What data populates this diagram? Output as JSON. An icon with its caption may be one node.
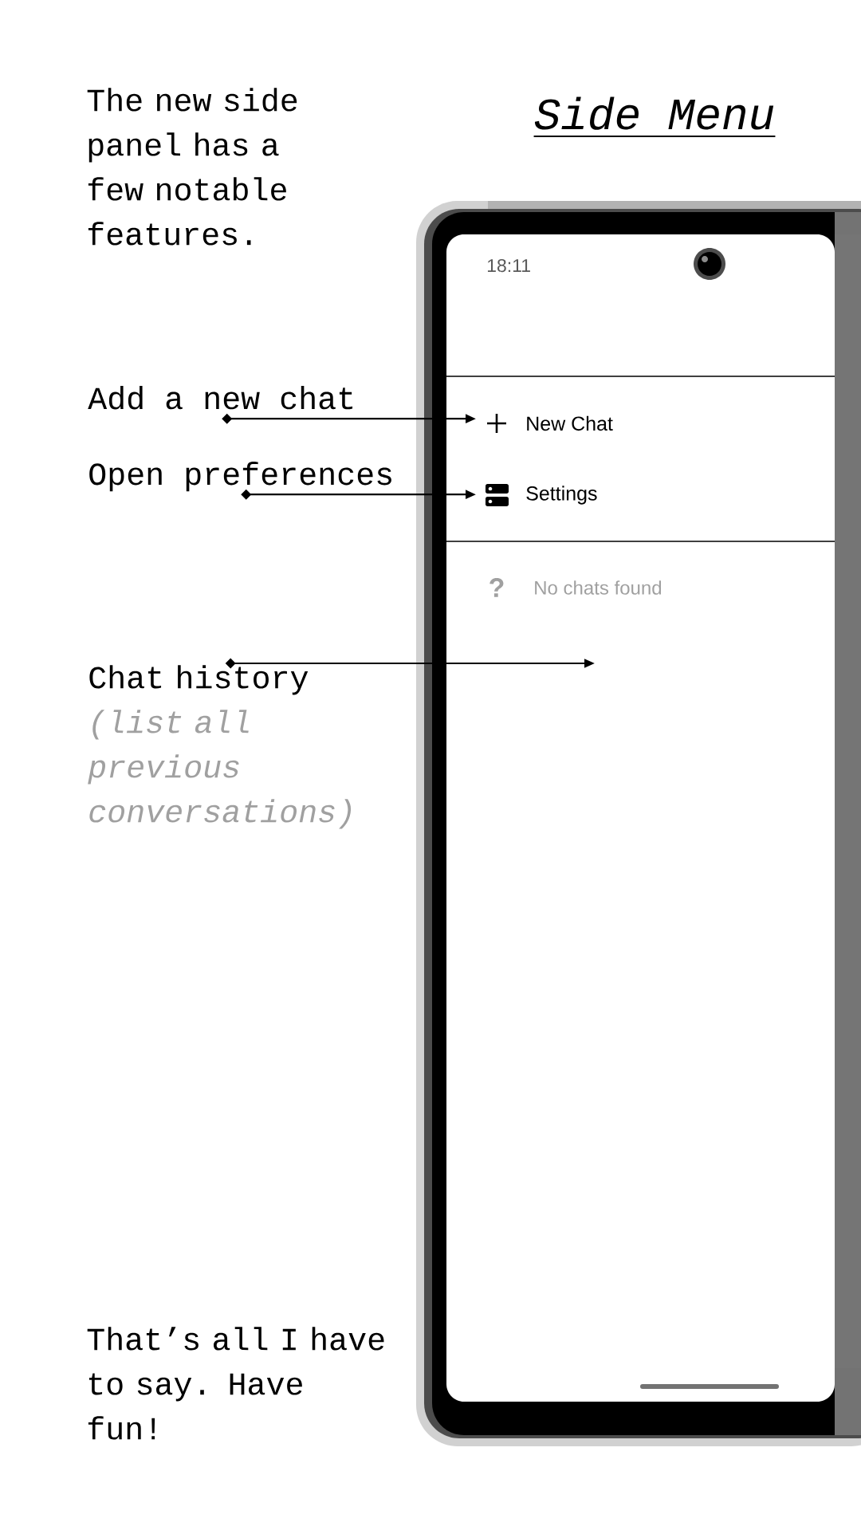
{
  "diagram": {
    "title": "Side Menu",
    "nodes": [
      {
        "text": [
          "Add a new chat"
        ]
      },
      {
        "text": [
          "New Chat"
        ]
      },
      {
        "text": [
          "Open preferences"
        ]
      },
      {
        "text": [
          "Settings"
        ]
      },
      {
        "text": [
          "Chat history",
          "(list all previous conversations)"
        ]
      }
    ],
    "edges": [
      {
        "from": 0,
        "to": 1,
        "arrow": "to"
      },
      {
        "from": 2,
        "to": 3,
        "arrow": "to"
      },
      {
        "from": 4,
        "to": null,
        "arrow": "to"
      }
    ],
    "labels": [
      "The new side panel has a few notable features.",
      "18:11",
      "?",
      "No chats found",
      "That’s all I have to say. Have fun!"
    ]
  }
}
